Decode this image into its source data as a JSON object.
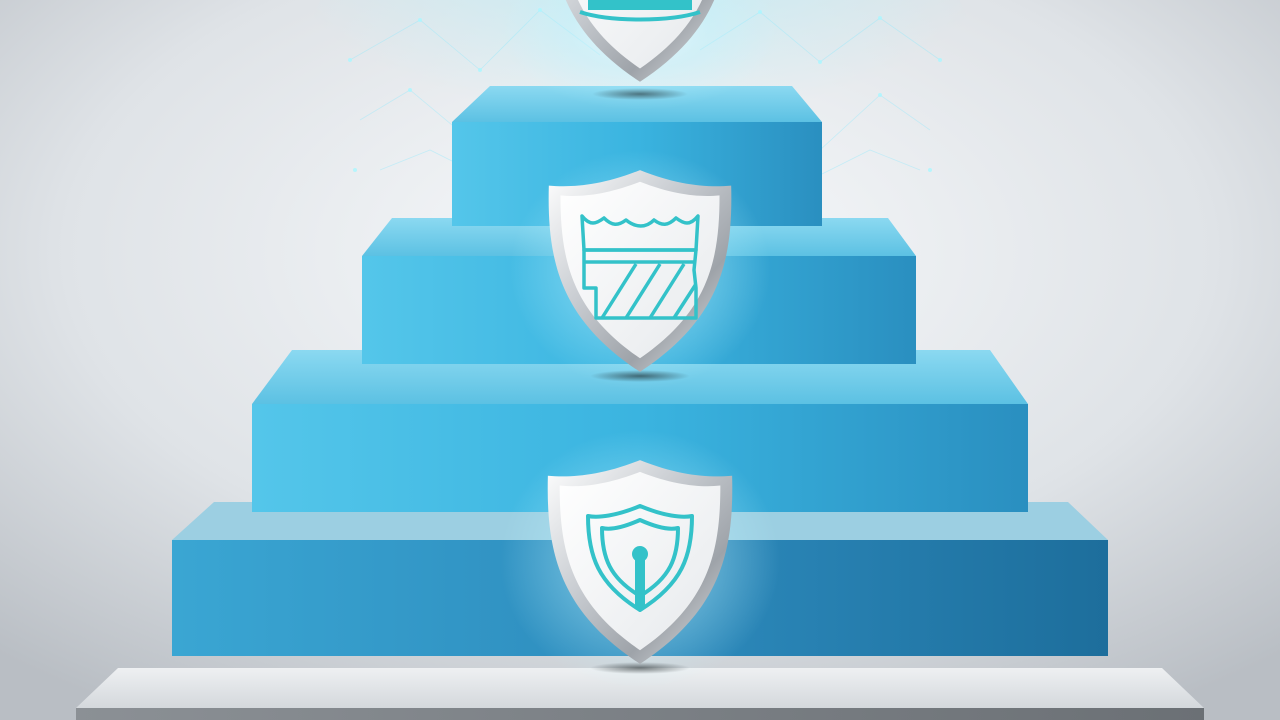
{
  "scene": {
    "subject": "security-layers-pyramid",
    "colors": {
      "background_light": "#f4f6f8",
      "background_dark": "#bfc4c9",
      "step_top": "#6fd0ee",
      "step_front_light": "#4dc4ea",
      "step_front_dark": "#1f7fae",
      "base_platform": "#d7dbdf",
      "shield_outline": "#33c2c9",
      "shield_rim": "#c9cdd2",
      "glow": "#7fe9ff"
    },
    "shields": [
      {
        "position": "top",
        "icon": "shield-emblem-icon"
      },
      {
        "position": "middle",
        "icon": "firewall-icon"
      },
      {
        "position": "bottom",
        "icon": "shield-lock-icon"
      }
    ]
  }
}
